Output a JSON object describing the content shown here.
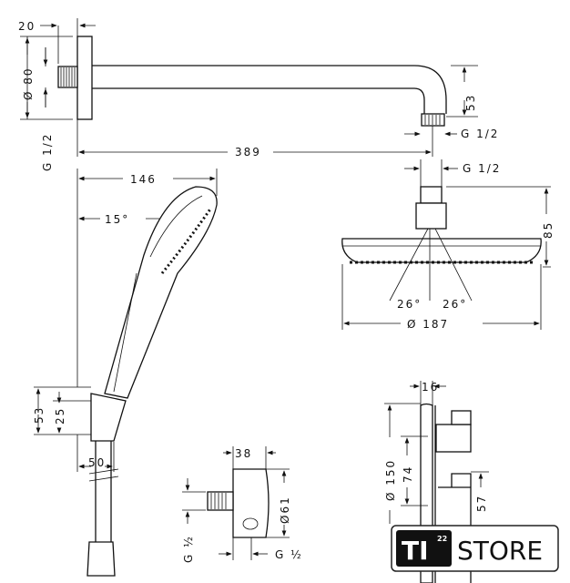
{
  "dims": {
    "flange_depth": "20",
    "flange_diameter": "Ø 80",
    "arm_thread": "G 1/2",
    "arm_length": "389",
    "arm_drop": "53",
    "arm_outlet_thread": "G 1/2",
    "head_thread": "G 1/2",
    "head_height": "85",
    "handshower_length": "146",
    "handshower_angle": "15°",
    "spray_angle_left": "26°",
    "spray_angle_right": "26°",
    "head_diameter": "Ø 187",
    "holder_height": "53",
    "holder_offset": "25",
    "holder_width": "50",
    "outlet_depth": "38",
    "outlet_diameter": "Ø61",
    "outlet_thread_left": "G ½",
    "outlet_thread_right": "G ½",
    "thermostat_depth": "16",
    "thermostat_diameter": "Ø 150",
    "thermostat_spacing": "74",
    "thermostat_handle": "57"
  },
  "logo": {
    "mark": "TI",
    "superscript": "22",
    "name": "STORE"
  }
}
